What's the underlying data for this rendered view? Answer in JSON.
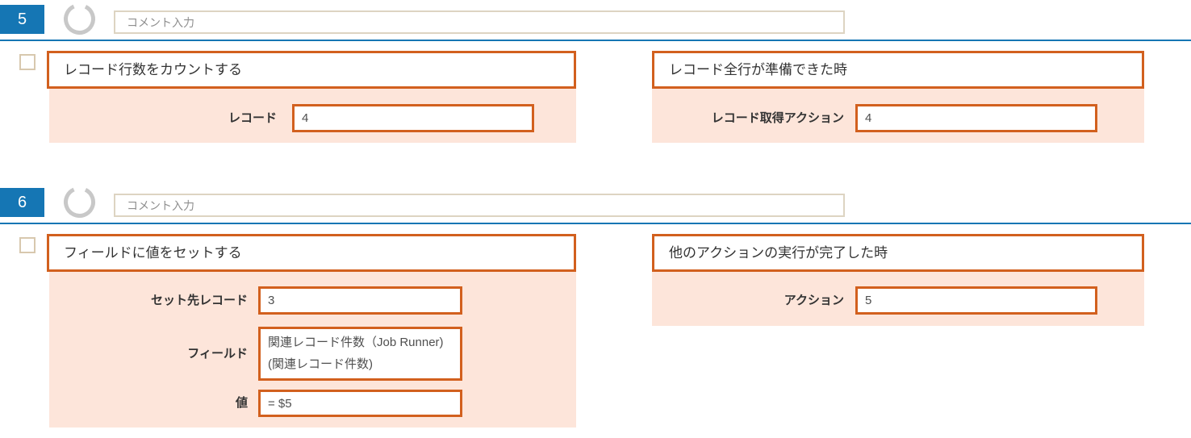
{
  "colors": {
    "accent_blue": "#1576b4",
    "orange_border": "#d2601e",
    "panel_pink": "#fde5da",
    "tan_border": "#ddd4c2",
    "checkbox_border": "#d8c8ae",
    "ring_gray": "#c8c8c8",
    "placeholder_gray": "#8f8f8f",
    "text_dark": "#333333"
  },
  "icons": {
    "ring": "open-circle-status-ring"
  },
  "sections": [
    {
      "number": "5",
      "comment_placeholder": "コメント入力",
      "action": {
        "title": "レコード行数をカウントする",
        "fields": [
          {
            "label": "レコード",
            "value": "4"
          }
        ]
      },
      "trigger": {
        "title": "レコード全行が準備できた時",
        "fields": [
          {
            "label": "レコード取得アクション",
            "value": "4"
          }
        ]
      }
    },
    {
      "number": "6",
      "comment_placeholder": "コメント入力",
      "action": {
        "title": "フィールドに値をセットする",
        "fields": [
          {
            "label": "セット先レコード",
            "value": "3"
          },
          {
            "label": "フィールド",
            "value": "関連レコード件数（Job Runner)\n(関連レコード件数)"
          },
          {
            "label": "値",
            "value": "= $5"
          }
        ]
      },
      "trigger": {
        "title": "他のアクションの実行が完了した時",
        "fields": [
          {
            "label": "アクション",
            "value": "5"
          }
        ]
      }
    }
  ]
}
